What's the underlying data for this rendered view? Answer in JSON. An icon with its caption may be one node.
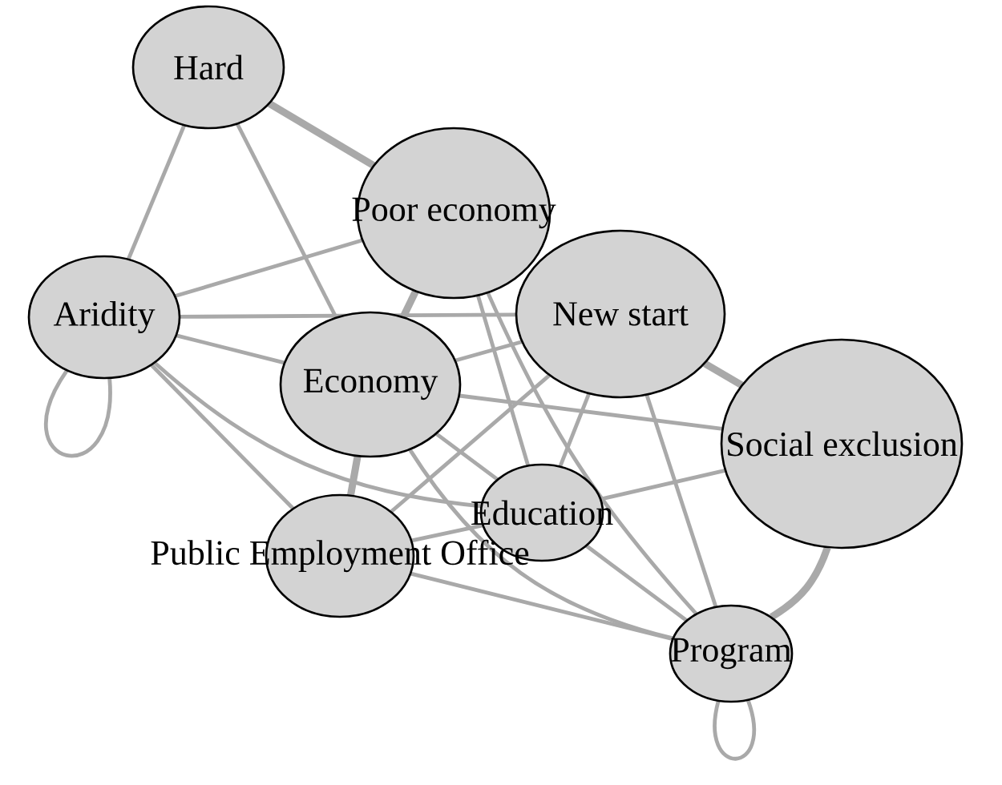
{
  "diagram": {
    "nodes": [
      {
        "text": [
          "Hard"
        ]
      },
      {
        "text": [
          "Poor economy"
        ]
      },
      {
        "text": [
          "Aridity"
        ]
      },
      {
        "text": [
          "New start"
        ]
      },
      {
        "text": [
          "Economy"
        ]
      },
      {
        "text": [
          "Social exclusion"
        ]
      },
      {
        "text": [
          "Education"
        ]
      },
      {
        "text": [
          "Public Employment Office"
        ]
      },
      {
        "text": [
          "Program"
        ]
      }
    ],
    "edges": [
      {
        "from": 0,
        "to": 1,
        "arrow": "none",
        "style": "thick"
      },
      {
        "from": 0,
        "to": 2,
        "arrow": "none"
      },
      {
        "from": 0,
        "to": 4,
        "arrow": "none"
      },
      {
        "from": 2,
        "to": 1,
        "arrow": "none"
      },
      {
        "from": 2,
        "to": 3,
        "arrow": "none"
      },
      {
        "from": 2,
        "to": 4,
        "arrow": "none"
      },
      {
        "from": 2,
        "to": 6,
        "arrow": "none"
      },
      {
        "from": 2,
        "to": 7,
        "arrow": "none"
      },
      {
        "from": 2,
        "to": 2,
        "arrow": "none"
      },
      {
        "from": 1,
        "to": 4,
        "arrow": "none",
        "style": "thick"
      },
      {
        "from": 1,
        "to": 6,
        "arrow": "none"
      },
      {
        "from": 1,
        "to": 8,
        "arrow": "none"
      },
      {
        "from": 3,
        "to": 4,
        "arrow": "none"
      },
      {
        "from": 3,
        "to": 5,
        "arrow": "none",
        "style": "thick"
      },
      {
        "from": 3,
        "to": 6,
        "arrow": "none"
      },
      {
        "from": 3,
        "to": 7,
        "arrow": "none"
      },
      {
        "from": 3,
        "to": 8,
        "arrow": "none"
      },
      {
        "from": 4,
        "to": 5,
        "arrow": "none"
      },
      {
        "from": 4,
        "to": 7,
        "arrow": "none",
        "style": "thick"
      },
      {
        "from": 4,
        "to": 6,
        "arrow": "none"
      },
      {
        "from": 4,
        "to": 8,
        "arrow": "none"
      },
      {
        "from": 6,
        "to": 5,
        "arrow": "none"
      },
      {
        "from": 7,
        "to": 6,
        "arrow": "none"
      },
      {
        "from": 6,
        "to": 8,
        "arrow": "none"
      },
      {
        "from": 7,
        "to": 8,
        "arrow": "none"
      },
      {
        "from": 5,
        "to": 8,
        "arrow": "none",
        "style": "thick"
      },
      {
        "from": 8,
        "to": 8,
        "arrow": "none"
      }
    ]
  }
}
